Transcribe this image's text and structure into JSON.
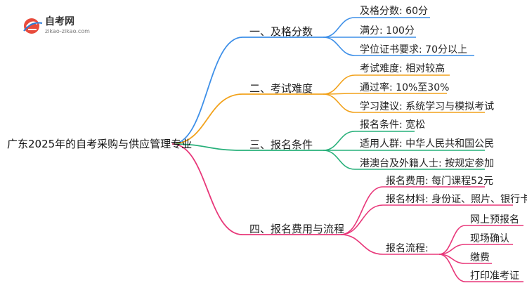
{
  "logo": {
    "title": "自考网",
    "subtitle": "zikao-zikao.com"
  },
  "root": "广东2025年的自考采购与供应管理专业",
  "colors": {
    "blue": "#3d8fe8",
    "orange": "#f2a21b",
    "green": "#27b07a",
    "pink": "#e8387a"
  },
  "branches": [
    {
      "label": "一、及格分数",
      "color": "blue",
      "children": [
        "及格分数: 60分",
        "满分: 100分",
        "学位证书要求: 70分以上"
      ]
    },
    {
      "label": "二、考试难度",
      "color": "orange",
      "children": [
        "考试难度: 相对较高",
        "通过率: 10%至30%",
        "学习建议: 系统学习与模拟考试"
      ]
    },
    {
      "label": "三、报名条件",
      "color": "green",
      "children": [
        "报名条件: 宽松",
        "适用人群: 中华人民共和国公民",
        "港澳台及外籍人士: 按规定参加"
      ]
    },
    {
      "label": "四、报名费用与流程",
      "color": "pink",
      "children": [
        "报名费用: 每门课程52元",
        "报名材料: 身份证、照片、银行卡",
        "报名流程:"
      ],
      "process_steps": [
        "网上预报名",
        "现场确认",
        "缴费",
        "打印准考证"
      ]
    }
  ]
}
